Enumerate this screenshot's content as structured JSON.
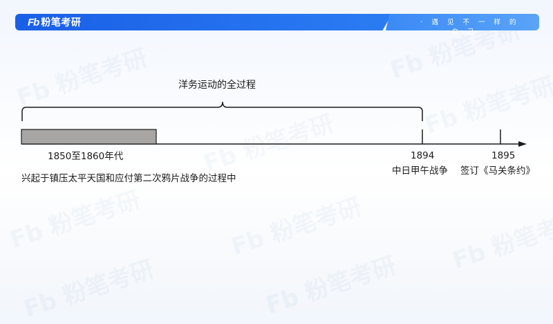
{
  "header": {
    "logo_mark": "Fb",
    "logo_text": "粉笔考研",
    "slogan": "· 遇 见 不 一 样 的 自 己 ·"
  },
  "watermark": "Fb 粉笔考研",
  "timeline": {
    "range_label": "洋务运动的全过程",
    "start_label": "1850至1860年代",
    "start_desc": "兴起于镇压太平天国和应付第二次鸦片战争的过程中",
    "events": [
      {
        "year": "1894",
        "desc": "中日甲午战争"
      },
      {
        "year": "1895",
        "desc": "签订《马关条约》"
      }
    ]
  },
  "colors": {
    "brand_blue": "#1a5fe6",
    "period_fill": "#a8a5a5"
  }
}
